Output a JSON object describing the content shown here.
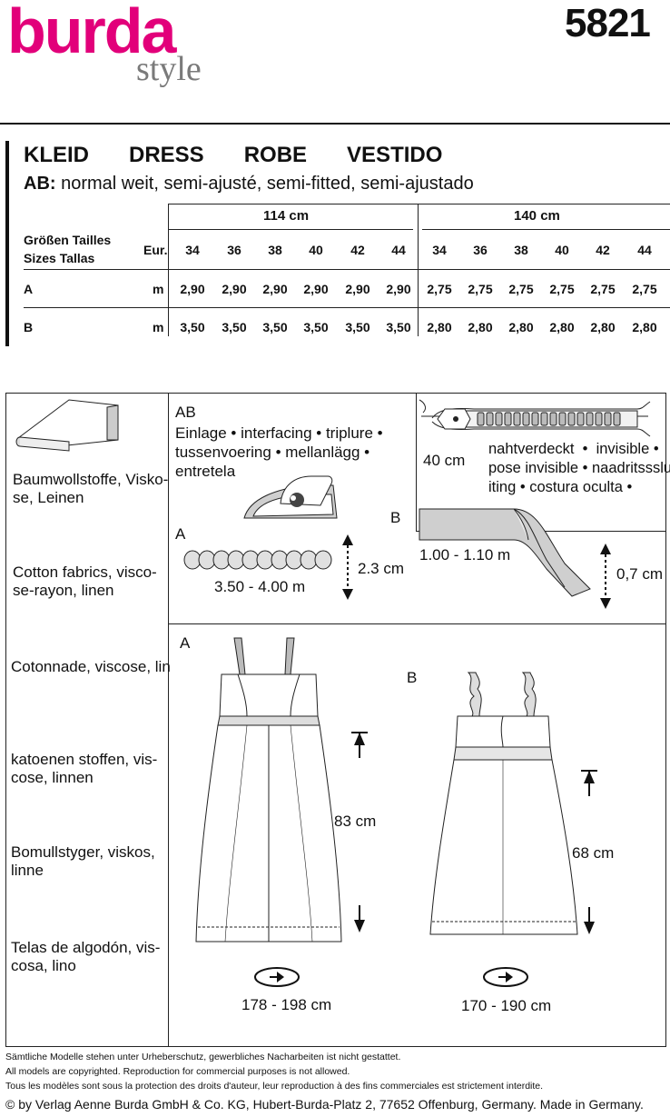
{
  "brand": {
    "name": "burda",
    "sub": "style",
    "color": "#e2007a"
  },
  "pattern_number": "5821",
  "title": "KLEID   DRESS   ROBE   VESTIDO",
  "subtitle": {
    "prefix": "AB:",
    "text": " normal weit, semi-ajusté, semi-fitted, semi-ajustado"
  },
  "table": {
    "widths": [
      "114 cm",
      "140 cm"
    ],
    "size_label": [
      "Größen  Tailles",
      "Sizes  Tallas"
    ],
    "eur": "Eur.",
    "sizes": [
      "34",
      "36",
      "38",
      "40",
      "42",
      "44",
      "34",
      "36",
      "38",
      "40",
      "42",
      "44"
    ],
    "rows": [
      {
        "label": "A",
        "unit": "m",
        "values": [
          "2,90",
          "2,90",
          "2,90",
          "2,90",
          "2,90",
          "2,90",
          "2,75",
          "2,75",
          "2,75",
          "2,75",
          "2,75",
          "2,75"
        ]
      },
      {
        "label": "B",
        "unit": "m",
        "values": [
          "3,50",
          "3,50",
          "3,50",
          "3,50",
          "3,50",
          "3,50",
          "2,80",
          "2,80",
          "2,80",
          "2,80",
          "2,80",
          "2,80"
        ]
      }
    ]
  },
  "fabrics": [
    "Baumwollstoffe, Visko-\nse, Leinen",
    "Cotton fabrics, visco-\nse-rayon, linen",
    "Cotonnade, viscose, lin",
    "katoenen stoffen, vis-\ncose, linnen",
    "Bomullstyger, viskos,\nlinne",
    "Telas de algodón, vis-\ncosa, lino"
  ],
  "notions": {
    "interfacing": {
      "views": "AB",
      "text": "Einlage • interfacing • triplure •\ntussenvoering • mellanlägg •\nentretela"
    },
    "trim_a": {
      "view": "A",
      "length": "3.50 - 4.00 m",
      "width": "2.3 cm"
    },
    "zip": {
      "length": "40 cm",
      "text": "nahtverdeckt  •  invisible •\npose invisible • naadritssslu-\niting • costura oculta •"
    },
    "ribbon_b": {
      "view": "B",
      "length": "1.00 - 1.10 m",
      "width": "0,7 cm"
    }
  },
  "views": {
    "a": {
      "label": "A",
      "length": "83 cm",
      "hem": "178 - 198 cm"
    },
    "b": {
      "label": "B",
      "length": "68 cm",
      "hem": "170 - 190 cm"
    }
  },
  "footer": [
    "Sämtliche Modelle stehen unter Urheberschutz, gewerbliches Nacharbeiten ist nicht gestattet.",
    "All models are copyrighted. Reproduction for commercial purposes is not allowed.",
    "Tous les modèles sont sous la protection des droits d'auteur, leur reproduction à des fins commerciales est strictement interdite."
  ],
  "copyright": "© by Verlag Aenne Burda GmbH & Co. KG, Hubert-Burda-Platz 2, 77652 Offenburg, Germany. Made in Germany."
}
